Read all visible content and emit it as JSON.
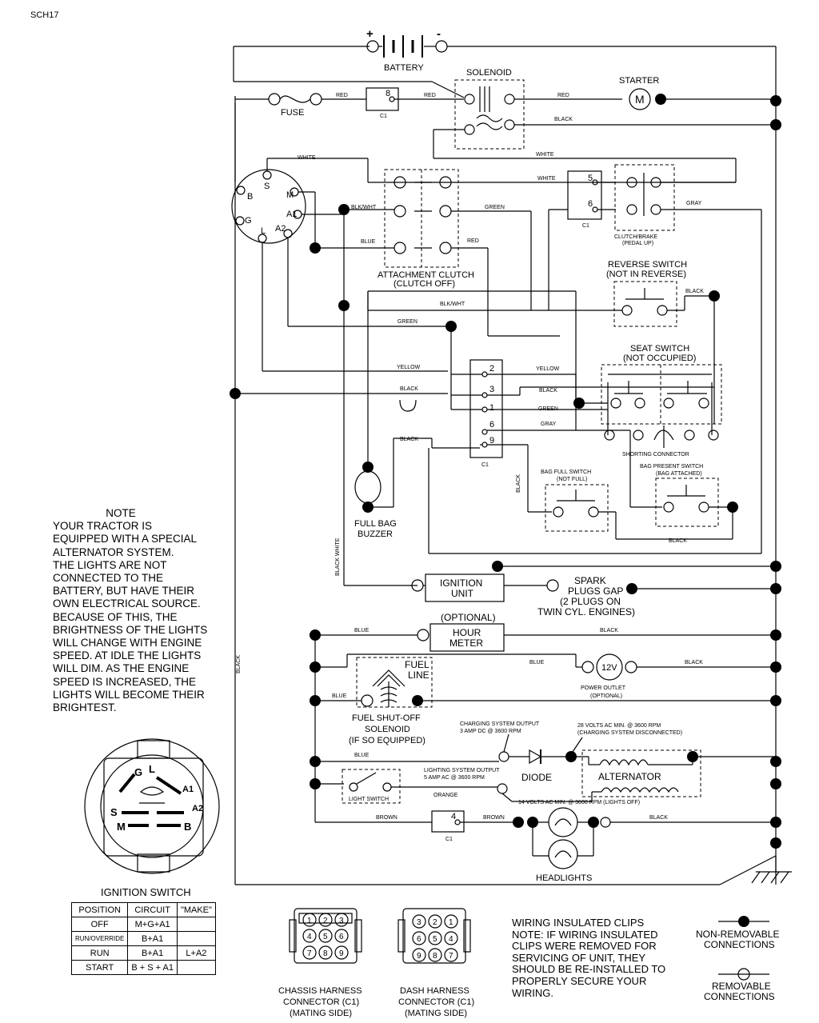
{
  "page_id": "SCH17",
  "components": {
    "battery": "BATTERY",
    "battery_plus": "+",
    "battery_minus": "-",
    "solenoid": "SOLENOID",
    "starter": "STARTER",
    "starter_motor": "M",
    "fuse": "FUSE",
    "attachment_clutch": "ATTACHMENT CLUTCH",
    "attachment_clutch_state": "(CLUTCH OFF)",
    "clutch_brake": "CLUTCH/BRAKE",
    "clutch_brake_state": "(PEDAL UP)",
    "reverse_switch": "REVERSE SWITCH",
    "reverse_switch_state": "(NOT IN REVERSE)",
    "seat_switch": "SEAT SWITCH",
    "seat_switch_state": "(NOT OCCUPIED)",
    "shorting_connector": "SHORTING CONNECTOR",
    "bag_full_switch": "BAG FULL SWITCH",
    "bag_full_state": "(NOT FULL)",
    "bag_present_switch": "BAG PRESENT SWITCH",
    "bag_present_state": "(BAG ATTACHED)",
    "full_bag_buzzer_1": "FULL BAG",
    "full_bag_buzzer_2": "BUZZER",
    "ignition_unit_1": "IGNITION",
    "ignition_unit_2": "UNIT",
    "spark_1": "SPARK",
    "spark_2": "PLUGS GAP",
    "spark_3": "(2 PLUGS ON",
    "spark_4": "TWIN CYL. ENGINES)",
    "optional": "(OPTIONAL)",
    "hour_meter_1": "HOUR",
    "hour_meter_2": "METER",
    "fuel_line_1": "FUEL",
    "fuel_line_2": "LINE",
    "power_outlet_v": "12V",
    "power_outlet": "POWER OUTLET",
    "power_outlet_opt": "(OPTIONAL)",
    "fuel_shutoff_1": "FUEL SHUT-OFF",
    "fuel_shutoff_2": "SOLENOID",
    "fuel_shutoff_3": "(IF SO EQUIPPED)",
    "charging_output_1": "CHARGING SYSTEM OUTPUT",
    "charging_output_2": "3 AMP DC @ 3600 RPM",
    "alt_volts_1": "28 VOLTS AC MIN. @ 3600 RPM",
    "alt_volts_2": "(CHARGING SYSTEM DISCONNECTED)",
    "lighting_output_1": "LIGHTING SYSTEM OUTPUT",
    "lighting_output_2": "5 AMP AC @ 3600 RPM",
    "diode": "DIODE",
    "alternator": "ALTERNATOR",
    "light_switch": "LIGHT SWITCH",
    "alt_volts_lights": "14 VOLTS AC MIN. @ 3600 RPM (LIGHTS OFF)",
    "headlights": "HEADLIGHTS",
    "connector": "C1"
  },
  "ign_terminals": [
    "B",
    "S",
    "M",
    "A1",
    "A2",
    "L",
    "G"
  ],
  "c1_pins": [
    "8",
    "5",
    "6",
    "2",
    "3",
    "1",
    "6",
    "9",
    "4"
  ],
  "wires": {
    "red": "RED",
    "black": "BLACK",
    "white": "WHITE",
    "green": "GREEN",
    "gray": "GRAY",
    "blue": "BLUE",
    "blk_wht": "BLK/WHT",
    "yellow": "YELLOW",
    "orange": "ORANGE",
    "brown": "BROWN",
    "black_white": "BLACK WHITE"
  },
  "note": {
    "title": "NOTE",
    "body": "YOUR TRACTOR IS\nEQUIPPED WITH A SPECIAL\nALTERNATOR SYSTEM.\nTHE LIGHTS ARE NOT\nCONNECTED TO THE\nBATTERY, BUT HAVE THEIR\nOWN ELECTRICAL SOURCE.\nBECAUSE OF THIS, THE\nBRIGHTNESS OF THE LIGHTS\nWILL CHANGE WITH ENGINE\nSPEED.  AT IDLE THE LIGHTS\nWILL DIM.  AS THE ENGINE\nSPEED IS INCREASED,  THE\nLIGHTS WILL BECOME THEIR\nBRIGHTEST."
  },
  "ignition_switch": {
    "title": "IGNITION SWITCH",
    "labels": [
      "G",
      "L",
      "A1",
      "A2",
      "B",
      "M",
      "S"
    ],
    "headers": [
      "POSITION",
      "CIRCUIT",
      "\"MAKE\""
    ],
    "rows": [
      [
        "OFF",
        "M+G+A1",
        ""
      ],
      [
        "RUN/OVERRIDE",
        "B+A1",
        ""
      ],
      [
        "RUN",
        "B+A1",
        "L+A2"
      ],
      [
        "START",
        "B + S + A1",
        ""
      ]
    ]
  },
  "chassis_connector": {
    "title_1": "CHASSIS HARNESS",
    "title_2": "CONNECTOR (C1)",
    "title_3": "(MATING SIDE)",
    "pins": [
      "1",
      "2",
      "3",
      "4",
      "5",
      "6",
      "7",
      "8",
      "9"
    ]
  },
  "dash_connector": {
    "title_1": "DASH HARNESS",
    "title_2": "CONNECTOR (C1)",
    "title_3": "(MATING SIDE)",
    "pins": [
      "3",
      "2",
      "1",
      "6",
      "5",
      "4",
      "9",
      "8",
      "7"
    ]
  },
  "clips_note": "WIRING INSULATED CLIPS\nNOTE: IF WIRING INSULATED\nCLIPS WERE REMOVED FOR\nSERVICING OF UNIT, THEY\nSHOULD BE RE-INSTALLED TO\nPROPERLY SECURE YOUR\nWIRING.",
  "legend": {
    "non_removable_1": "NON-REMOVABLE",
    "non_removable_2": "CONNECTIONS",
    "removable_1": "REMOVABLE",
    "removable_2": "CONNECTIONS"
  }
}
